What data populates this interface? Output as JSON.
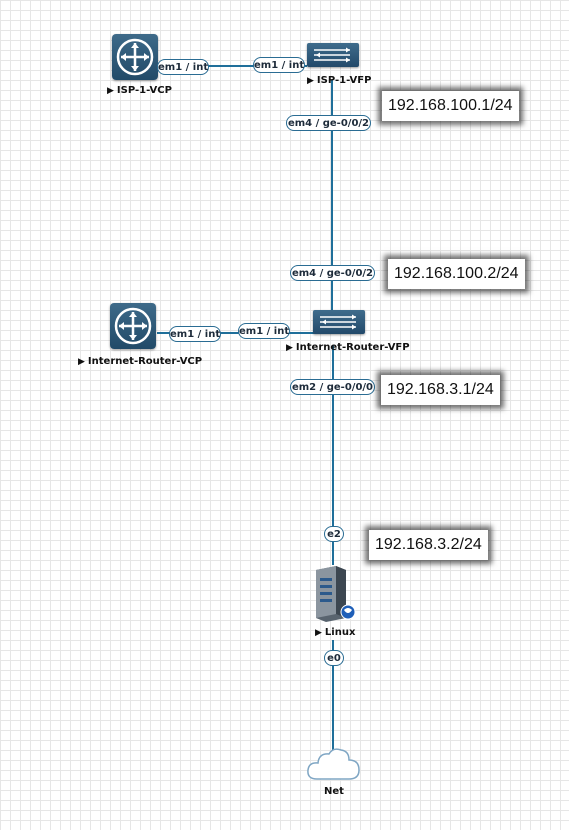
{
  "nodes": {
    "isp_vcp": "ISP-1-VCP",
    "isp_vfp": "ISP-1-VFP",
    "inet_vcp": "Internet-Router-VCP",
    "inet_vfp": "Internet-Router-VFP",
    "linux": "Linux",
    "net": "Net"
  },
  "interfaces": {
    "isp_vcp_em1": "em1 / int",
    "isp_vfp_em1": "em1 / int",
    "isp_vfp_em4": "em4 / ge-0/0/2",
    "inet_vfp_em4": "em4 / ge-0/0/2",
    "inet_vcp_em1": "em1 / int",
    "inet_vfp_em1": "em1 / int",
    "inet_vfp_em2": "em2 / ge-0/0/0",
    "linux_e2": "e2",
    "linux_e0": "e0"
  },
  "ip_labels": {
    "isp_vfp": "192.168.100.1/24",
    "inet_vfp_upper": "192.168.100.2/24",
    "inet_vfp_lower": "192.168.3.1/24",
    "linux": "192.168.3.2/24"
  },
  "colors": {
    "link": "#1f6f9a",
    "device": "#2b5676",
    "background": "#ffffff",
    "grid": "#e6e6e6"
  },
  "icons": {
    "router": "router-icon",
    "switch": "switch-icon",
    "server": "server-icon",
    "cloud": "cloud-icon"
  }
}
